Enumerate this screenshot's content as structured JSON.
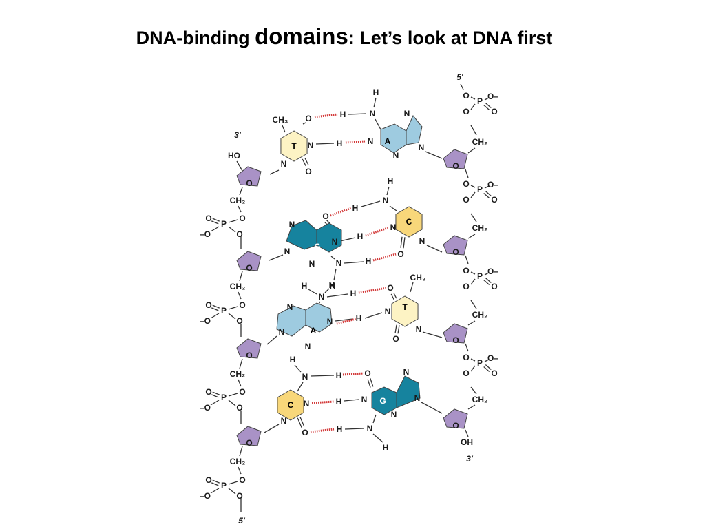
{
  "title": {
    "part1": "DNA-binding ",
    "part2": "domains",
    "part3": ": Let’s look at DNA first"
  },
  "colors": {
    "sugar": "#a992c6",
    "thymine": "#fdf3c4",
    "adenine": "#9ecbe0",
    "guanine": "#16839e",
    "cytosine": "#f8d77a",
    "hbond": "#d33a3a",
    "bond": "#333333"
  },
  "strand_ends": {
    "left_top": "3′",
    "left_bottom": "5′",
    "right_top": "5′",
    "right_bottom": "3′"
  },
  "base_pairs": [
    {
      "left": "T",
      "right": "A"
    },
    {
      "left": "G",
      "right": "C"
    },
    {
      "left": "A",
      "right": "T"
    },
    {
      "left": "C",
      "right": "G"
    }
  ],
  "atoms": {
    "H": "H",
    "N": "N",
    "O": "O",
    "P": "P",
    "O_minus": "O–",
    "minus_O": "–O",
    "CH2": "CH₂",
    "CH3": "CH₃",
    "HO": "HO",
    "OH": "OH"
  }
}
